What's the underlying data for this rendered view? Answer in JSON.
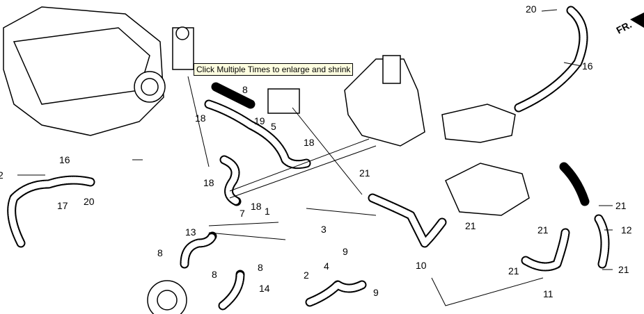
{
  "tooltip": "Click Multiple Times to enlarge and shrink",
  "fr_label": "FR.",
  "callouts": [
    "20",
    "16",
    "8",
    "19",
    "5",
    "18",
    "18",
    "21",
    "16",
    "2",
    "17",
    "20",
    "18",
    "18",
    "7",
    "1",
    "3",
    "13",
    "8",
    "8",
    "8",
    "14",
    "2",
    "4",
    "9",
    "9",
    "10",
    "21",
    "21",
    "21",
    "12",
    "21",
    "21",
    "11"
  ]
}
